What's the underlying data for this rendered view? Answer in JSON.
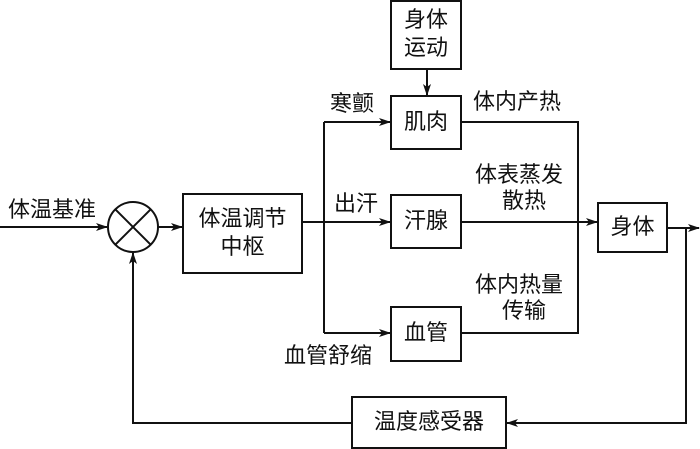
{
  "diagram": {
    "type": "control-block-diagram",
    "input_label": "体温基准",
    "summing_junction": "comparator",
    "blocks": {
      "controller": "体温调节\n中枢",
      "exercise": "身体\n运动",
      "muscle": "肌肉",
      "sweat_gland": "汗腺",
      "blood_vessel": "血管",
      "body": "身体",
      "sensor": "温度感受器"
    },
    "edge_labels": {
      "shiver": "寒颤",
      "sweat": "出汗",
      "vasomotion": "血管舒缩",
      "internal_heat": "体内产热",
      "evaporation_line1": "体表蒸发",
      "evaporation_line2": "散热",
      "heat_transfer_line1": "体内热量",
      "heat_transfer_line2": "传输"
    },
    "colors": {
      "stroke": "#111111",
      "background": "#ffffff"
    }
  }
}
